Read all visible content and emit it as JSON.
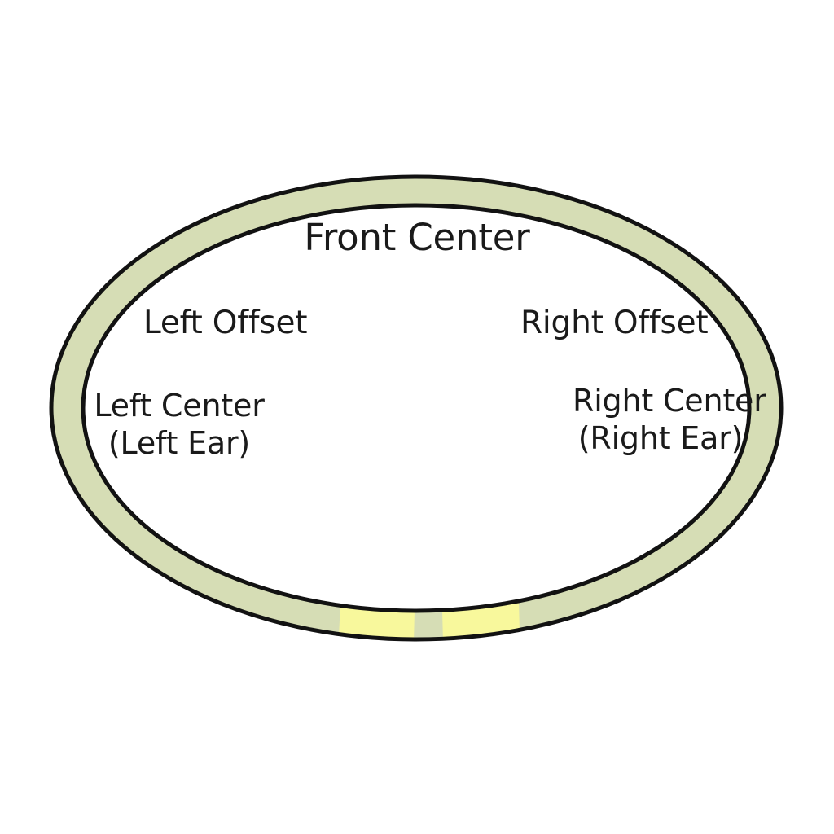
{
  "diagram": {
    "title_label": "Front Center",
    "shape": "oval-ring",
    "colors": {
      "band_fill": "#d6ddb5",
      "band_stroke": "#121212",
      "highlight_fill": "#f8f89c",
      "highlight_stroke": "#e8e890",
      "background": "#ffffff",
      "text": "#1a1a1a"
    },
    "labels": {
      "front_center": "Front Center",
      "left_offset": "Left Offset",
      "right_offset": "Right Offset",
      "left_center_line1": "Left Center",
      "left_center_line2": "(Left Ear)",
      "right_center_line1": "Right Center",
      "right_center_line2": "(Right Ear)"
    },
    "highlight_segments": [
      {
        "name": "rear-left-highlight",
        "position": "bottom-left-of-rear-center"
      },
      {
        "name": "rear-right-highlight",
        "position": "bottom-right-of-rear-center"
      }
    ]
  }
}
